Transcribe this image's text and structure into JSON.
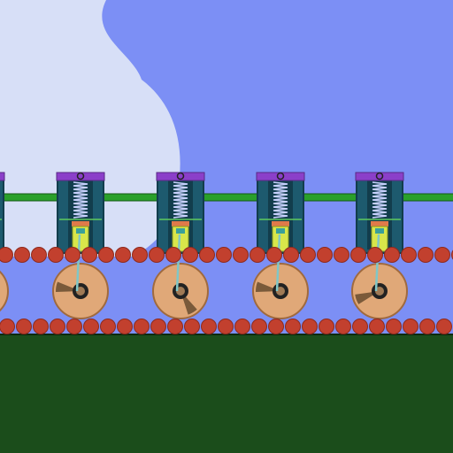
{
  "colors": {
    "sky": "#7c8ff5",
    "cloud": "#d7dff7",
    "ground": "#1b4d1b",
    "ground_line": "#0d2a0d",
    "cylinder_body": "#1d5a6e",
    "cylinder_dark": "#123d4c",
    "cylinder_cap": "#8b3fc9",
    "spring": "#c9d2ff",
    "piston": "#d8e64a",
    "piston_ring": "#e07a4a",
    "connector_rod": "#2aa02a",
    "chain_bead": "#c2402e",
    "chain_bead_dark": "#8e2a1d",
    "wheel": "#e0a878",
    "wheel_rim": "#a06a3e",
    "wheel_wedge": "#7a5a3a",
    "hub": "#222222",
    "crank_rod": "#7fc7c7"
  },
  "icons": {
    "cylinder": "piston-cylinder-icon",
    "spring": "spring-icon",
    "wheel": "flywheel-icon",
    "chain": "chain-bead-icon"
  },
  "engine_units": [
    {
      "id": "unit-0",
      "wheel_angle_deg": 190
    },
    {
      "id": "unit-1",
      "wheel_angle_deg": 190
    },
    {
      "id": "unit-2",
      "wheel_angle_deg": 60
    },
    {
      "id": "unit-3",
      "wheel_angle_deg": 190
    },
    {
      "id": "unit-4",
      "wheel_angle_deg": 160
    }
  ]
}
